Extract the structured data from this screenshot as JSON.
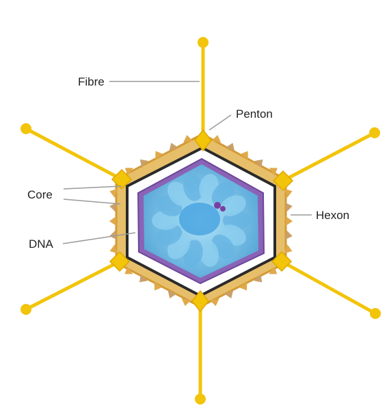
{
  "labels": {
    "fibre": "Fibre",
    "penton": "Penton",
    "core": "Core",
    "dna": "DNA",
    "hexon": "Hexon"
  },
  "colors": {
    "fibre": "#f2c40a",
    "capsid_shell": "#d9a43c",
    "capsid_edge": "#2a2a2a",
    "membrane": "#7a55a8",
    "core_fill": "#6fb8e0",
    "core_light": "#a9dcf2",
    "nucleus": "#4aa6e0"
  },
  "icons": {
    "fibre": "yellow-rod-with-knob",
    "penton": "yellow-diamond-vertex",
    "hexon": "tan-triangle-studs"
  }
}
